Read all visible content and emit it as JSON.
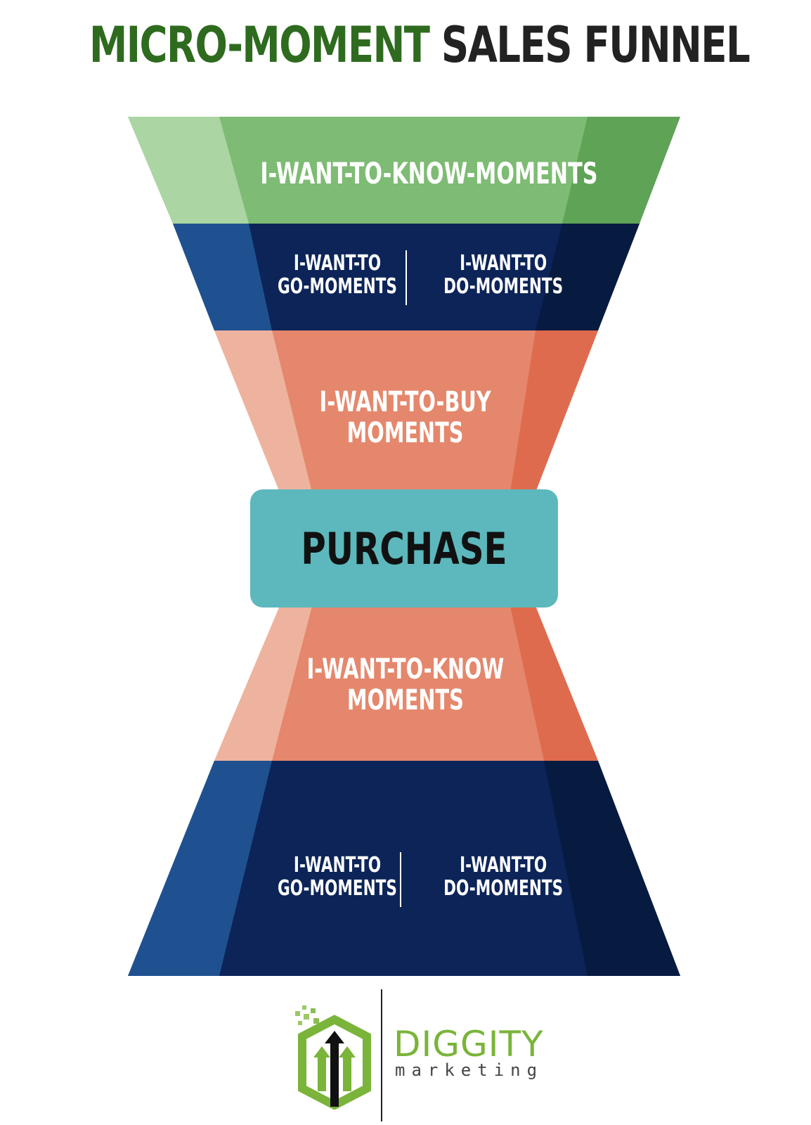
{
  "title": {
    "part1": "MICRO-MOMENT",
    "part2": "SALES FUNNEL"
  },
  "colors": {
    "title_green": "#2e6b1f",
    "green": "#7ebb74",
    "navy": "#0c2458",
    "salmon": "#e5876c",
    "teal": "#5cb8bc",
    "logo_green": "#7ab43a"
  },
  "funnel": {
    "top_stage": "I-WANT-TO-KNOW-MOMENTS",
    "upper_go": {
      "line1": "I-WANT-TO",
      "line2": "GO-MOMENTS"
    },
    "upper_do": {
      "line1": "I-WANT-TO",
      "line2": "DO-MOMENTS"
    },
    "buy_stage": {
      "line1": "I-WANT-TO-BUY",
      "line2": "MOMENTS"
    },
    "purchase": "PURCHASE",
    "know_stage": {
      "line1": "I-WANT-TO-KNOW",
      "line2": "MOMENTS"
    },
    "lower_go": {
      "line1": "I-WANT-TO",
      "line2": "GO-MOMENTS"
    },
    "lower_do": {
      "line1": "I-WANT-TO",
      "line2": "DO-MOMENTS"
    }
  },
  "logo": {
    "name": "DIGGITY",
    "sub": "marketing",
    "icon": "house-arrows-logo-icon"
  }
}
